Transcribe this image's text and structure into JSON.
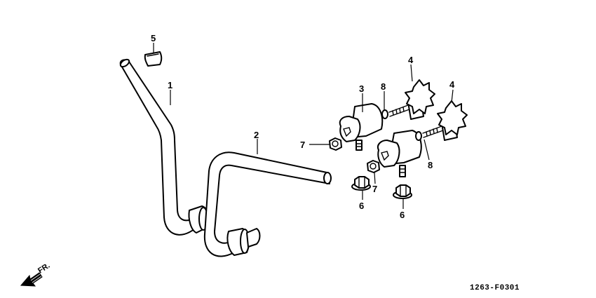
{
  "callouts": {
    "c1": "1",
    "c2": "2",
    "c3": "3",
    "c4a": "4",
    "c4b": "4",
    "c5": "5",
    "c6a": "6",
    "c6b": "6",
    "c7a": "7",
    "c7b": "7",
    "c8a": "8",
    "c8b": "8"
  },
  "front_label": "FR.",
  "diagram_code": "1263-F0301"
}
